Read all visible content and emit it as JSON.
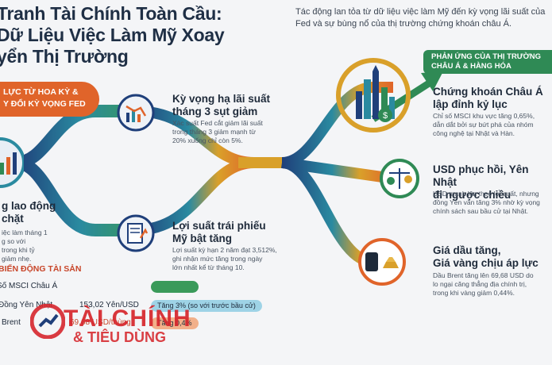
{
  "title_lines": [
    "Tranh Tài Chính Toàn Cầu:",
    "Dữ Liệu Việc Làm Mỹ Xoay",
    "yển Thị Trường"
  ],
  "subtitle": "Tác động lan tỏa từ dữ liệu việc làm Mỹ đến kỳ vọng lãi suất của Fed và sự bùng nổ của thị trường chứng khoán châu Á.",
  "left_banner": [
    "LỰC TỪ HOA KỲ &",
    "Y ĐỔI KỲ VỌNG FED"
  ],
  "right_banner": [
    "PHẢN ỨNG CỦA THỊ TRƯỜNG",
    "CHÂU Á & HÀNG HÓA"
  ],
  "left_block": {
    "heading": [
      "g lao động",
      "chặt"
    ],
    "text": [
      "iệc làm tháng 1",
      "g so với",
      "trong khi tỷ",
      "giảm nhẹ."
    ]
  },
  "middle": [
    {
      "heading": [
        "Kỳ vọng hạ lãi suất",
        "tháng 3 sụt giảm"
      ],
      "text": [
        "Xác suất Fed cắt giảm lãi suất",
        "trong tháng 3 giảm mạnh từ",
        "20% xuống chỉ còn 5%."
      ]
    },
    {
      "heading": [
        "Lợi suất trái phiếu",
        "Mỹ bật tăng"
      ],
      "text": [
        "Lợi suất kỳ hạn 2 năm đạt 3,512%,",
        "ghi nhận mức tăng trong ngày",
        "lớn nhất kể từ tháng 10."
      ]
    }
  ],
  "right": [
    {
      "heading": [
        "Chứng khoán Châu Á",
        "lập đỉnh kỷ lục"
      ],
      "text": [
        "Chỉ số MSCI khu vực tăng 0,65%,",
        "dẫn dắt bởi sự bứt phá của nhóm",
        "công nghệ tại Nhật và Hàn."
      ]
    },
    {
      "heading": [
        "USD phục hồi, Yên Nhật",
        "đi ngược chiều"
      ],
      "text": [
        "USD mạnh lên theo lợi suất, nhưng",
        "đồng Yên vẫn tăng 3% nhờ kỳ vọng",
        "chính sách sau bầu cử tại Nhật."
      ]
    },
    {
      "heading": [
        "Giá dầu tăng,",
        "Giá vàng chịu áp lực"
      ],
      "text": [
        "Dầu Brent tăng lên 69,68 USD do",
        "lo ngại căng thẳng địa chính trị,",
        "trong khi vàng giảm 0,44%."
      ]
    }
  ],
  "table": {
    "title": "BIẾN ĐỘNG TÀI SẢN",
    "rows": [
      {
        "label": "Số MSCI Châu Á",
        "value": "",
        "change": ""
      },
      {
        "label": "Đồng Yên Nhật",
        "value": "153,02 Yên/USD",
        "change": "Tăng 3% (so với trước bầu cử)"
      },
      {
        "label": "Brent",
        "value": "69,68 USD/thùng",
        "change": "Tăng 0,4%"
      }
    ]
  },
  "watermark": {
    "line1": "TÀI CHÍNH",
    "line2": "& TIÊU DÙNG"
  },
  "colors": {
    "navy": "#1f3f7a",
    "teal": "#2a8aa0",
    "green": "#2f8a55",
    "orange": "#e0642a",
    "gold": "#d9a02a",
    "brand_red": "#d6262c"
  },
  "icons": [
    "chart-down-icon",
    "bond-document-icon",
    "city-skyline-icon",
    "scale-balance-icon",
    "oil-barrel-icon",
    "gold-bars-icon",
    "growth-arrow-icon",
    "dollar-coin-icon"
  ]
}
